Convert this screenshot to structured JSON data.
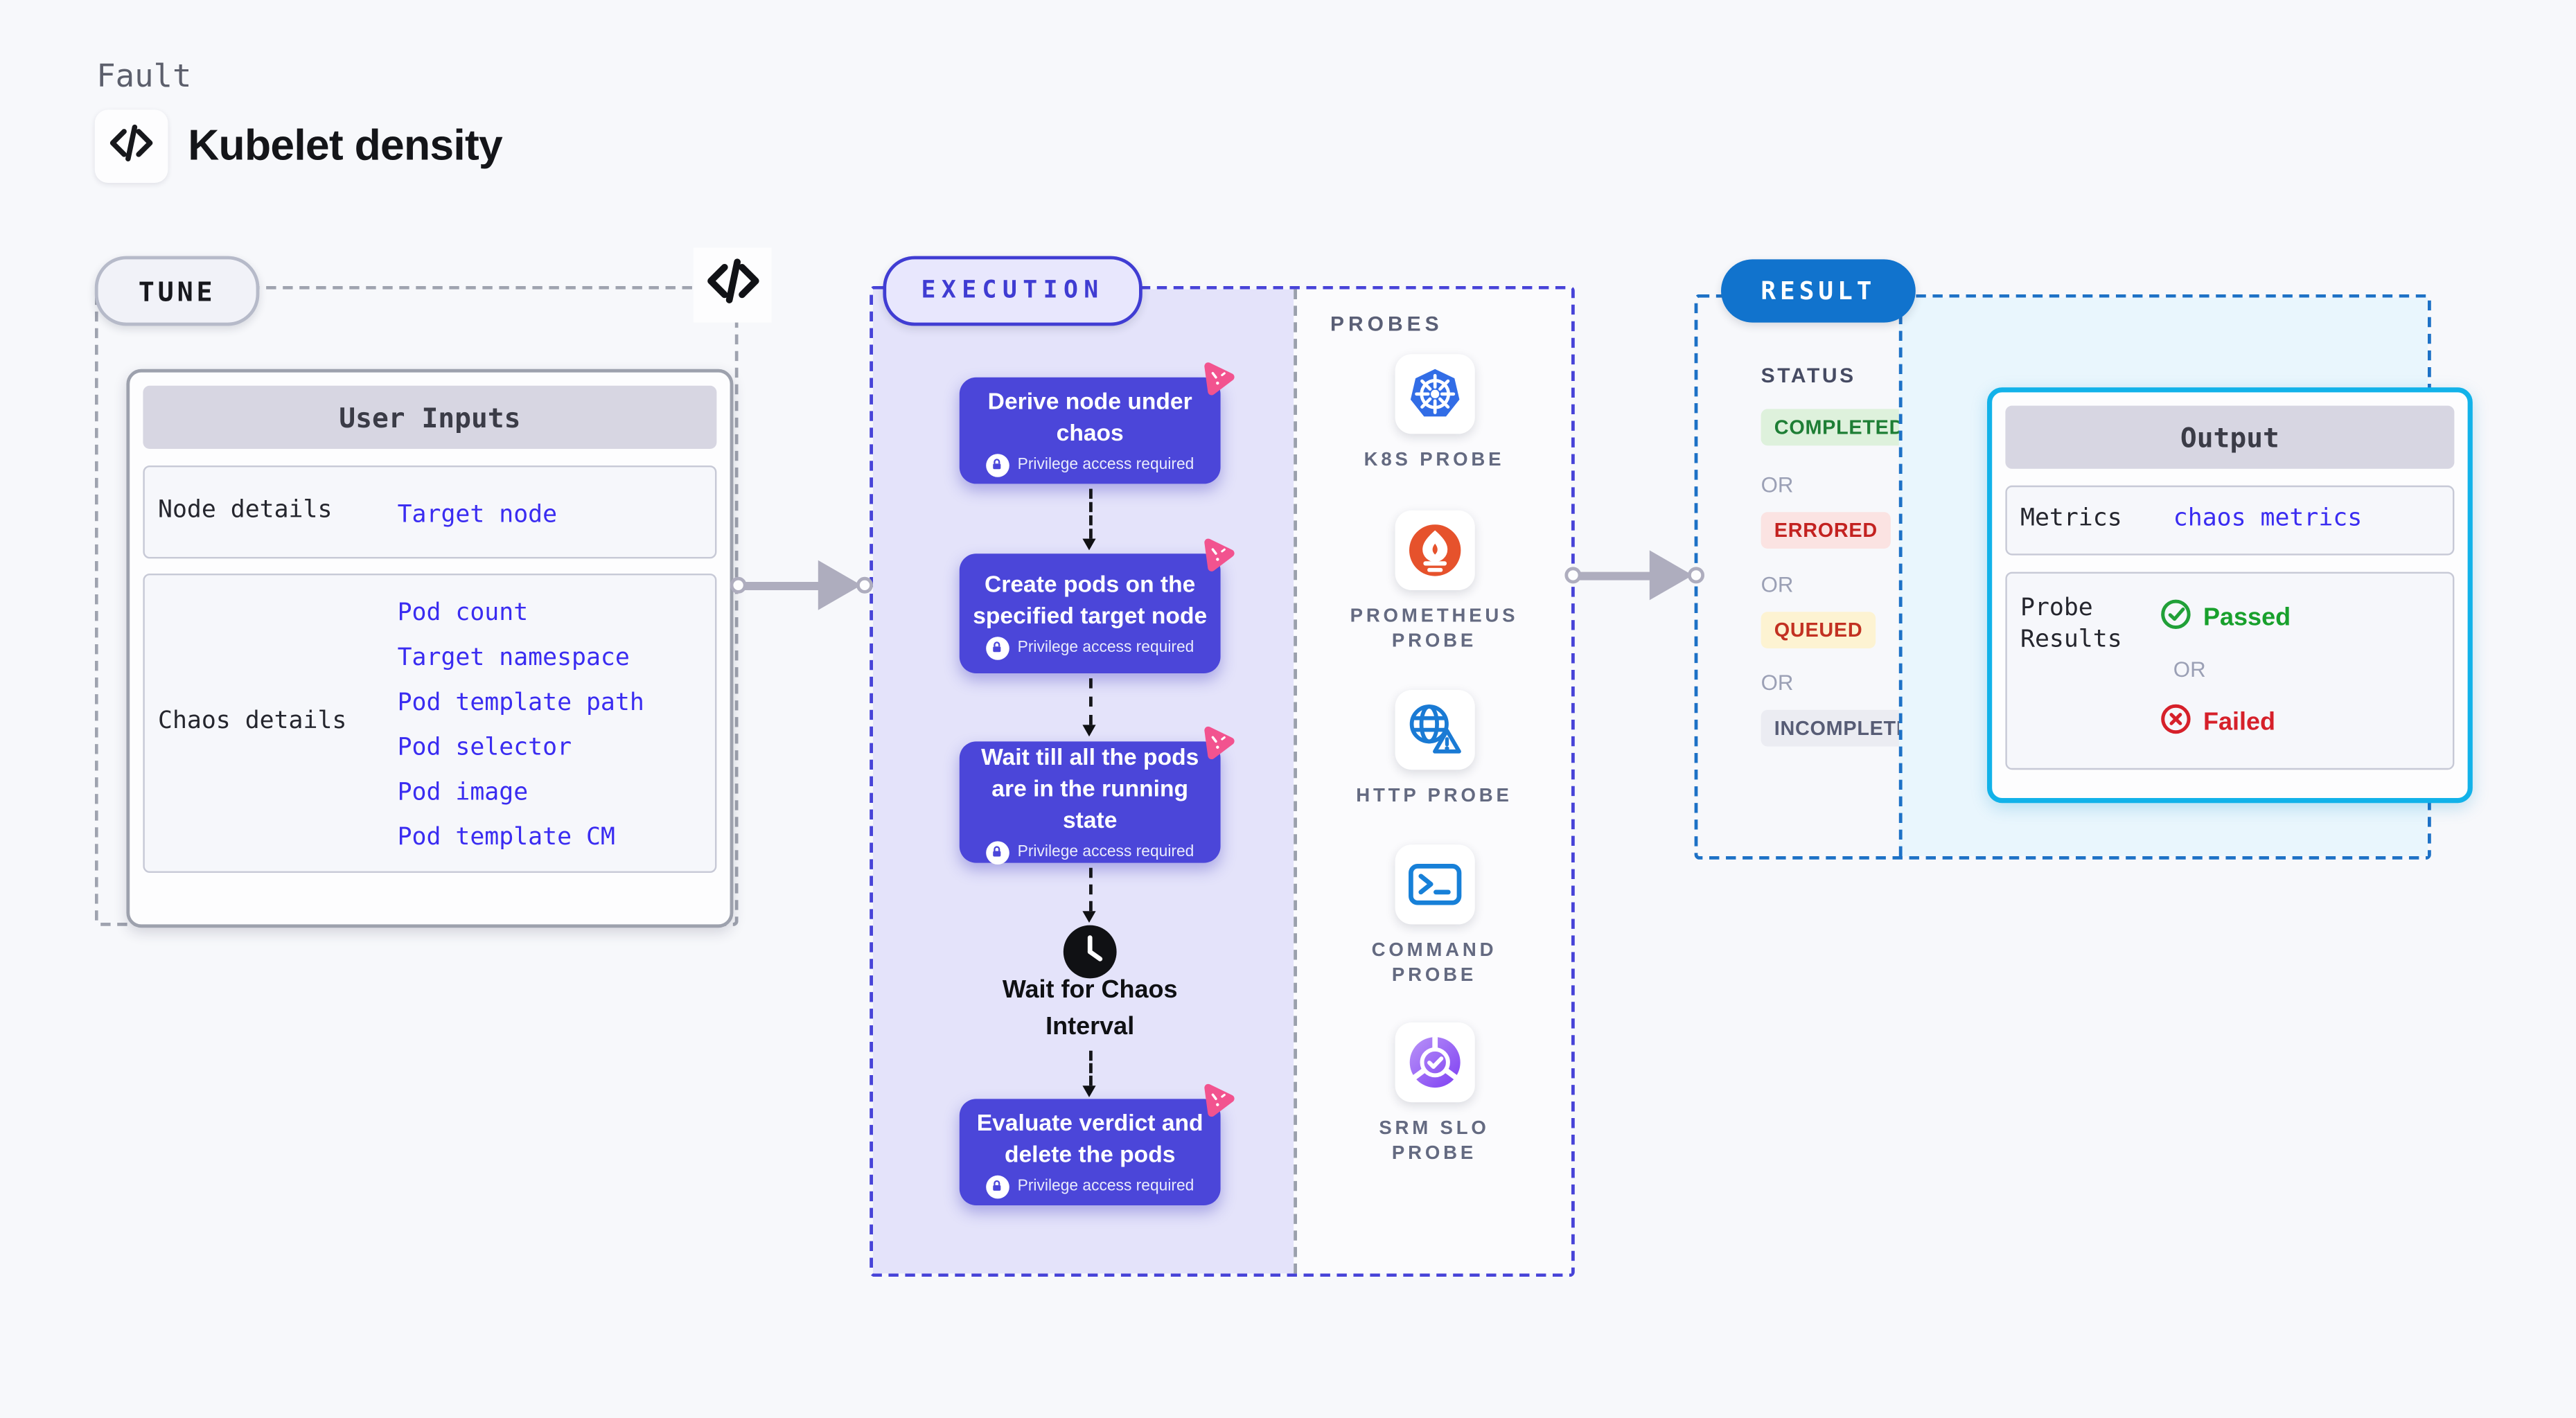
{
  "page": {
    "kind_label": "Fault",
    "title": "Kubelet density"
  },
  "tune": {
    "badge": "TUNE",
    "user_inputs": {
      "header": "User Inputs",
      "rows": [
        {
          "label": "Node details",
          "links": [
            "Target node"
          ]
        },
        {
          "label": "Chaos details",
          "links": [
            "Pod count",
            "Target namespace",
            "Pod template path",
            "Pod selector",
            "Pod image",
            "Pod template CM"
          ]
        }
      ]
    }
  },
  "execution": {
    "badge": "EXECUTION",
    "steps": [
      {
        "title": "Derive node under chaos",
        "note": "Privilege access required"
      },
      {
        "title": "Create pods on the specified target node",
        "note": "Privilege access required"
      },
      {
        "title": "Wait till all the pods are in the running state",
        "note": "Privilege access required"
      },
      {
        "title": "Evaluate verdict and delete the pods",
        "note": "Privilege access required"
      }
    ],
    "wait_label": "Wait for Chaos Interval",
    "probes": {
      "heading": "PROBES",
      "items": [
        {
          "label": "K8S PROBE",
          "icon": "kubernetes-icon"
        },
        {
          "label": "PROMETHEUS PROBE",
          "icon": "prometheus-icon"
        },
        {
          "label": "HTTP PROBE",
          "icon": "http-globe-icon"
        },
        {
          "label": "COMMAND PROBE",
          "icon": "terminal-icon"
        },
        {
          "label": "SRM SLO PROBE",
          "icon": "slo-donut-icon"
        }
      ]
    }
  },
  "result": {
    "badge": "RESULT",
    "status": {
      "heading": "STATUS",
      "or_label": "OR",
      "badges": [
        {
          "label": "COMPLETED",
          "fg": "#1e7e35",
          "bg": "#def1dc"
        },
        {
          "label": "ERRORED",
          "fg": "#c32220",
          "bg": "#fbe3e2"
        },
        {
          "label": "QUEUED",
          "fg": "#c23122",
          "bg": "#fdf3d2"
        },
        {
          "label": "INCOMPLETED",
          "fg": "#575c75",
          "bg": "#ebecf2"
        }
      ]
    },
    "output": {
      "header": "Output",
      "metrics_label": "Metrics",
      "metrics_value": "chaos metrics",
      "probe_label": "Probe Results",
      "passed": "Passed",
      "or_label": "OR",
      "failed": "Failed"
    }
  },
  "colors": {
    "page_bg": "#f7f8fb",
    "step_card": "#4b46d9",
    "execution_accent": "#4743d8",
    "execution_panel": "#e4e3fa",
    "result_accent": "#1d71c6",
    "result_pill": "#1173cd",
    "output_panel": "#e9f6fd",
    "output_border": "#12b2e9",
    "link_blue": "#3a2cf1",
    "passed_green": "#21a038",
    "failed_red": "#d6202a",
    "kubernetes_blue": "#326de6",
    "prometheus_orange": "#e6522c"
  }
}
